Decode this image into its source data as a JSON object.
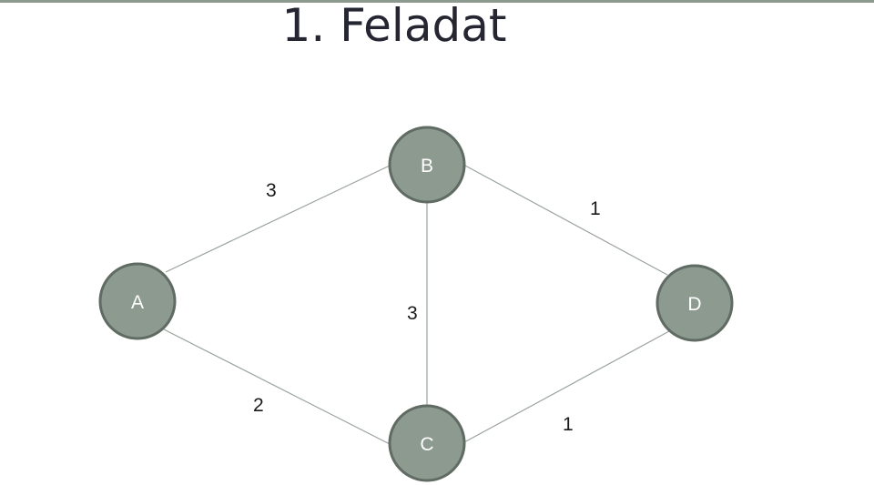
{
  "slide": {
    "title": "1. Feladat"
  },
  "graph": {
    "nodes": [
      {
        "id": "A",
        "label": "A"
      },
      {
        "id": "B",
        "label": "B"
      },
      {
        "id": "C",
        "label": "C"
      },
      {
        "id": "D",
        "label": "D"
      }
    ],
    "edges": [
      {
        "from": "A",
        "to": "B",
        "weight": "3"
      },
      {
        "from": "B",
        "to": "D",
        "weight": "1"
      },
      {
        "from": "B",
        "to": "C",
        "weight": "3"
      },
      {
        "from": "A",
        "to": "C",
        "weight": "2"
      },
      {
        "from": "C",
        "to": "D",
        "weight": "1"
      }
    ],
    "colors": {
      "node_fill": "#8c9a90",
      "node_stroke": "#5f6b63",
      "edge": "#9aa39d",
      "title": "#262633"
    }
  }
}
